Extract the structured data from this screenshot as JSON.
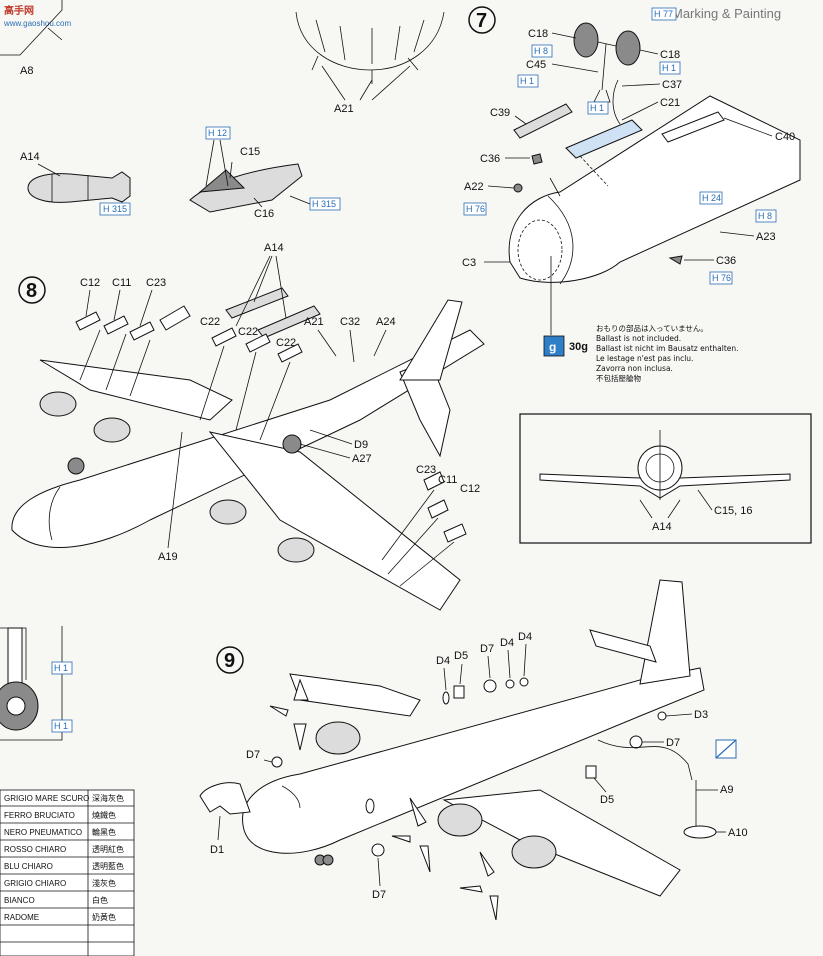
{
  "watermark": {
    "brand": "高手网",
    "url": "www.gaoshou.com"
  },
  "margin_heading": "Marking & Painting",
  "step_numbers": {
    "step7": "7",
    "step8": "8",
    "step9": "9"
  },
  "ballast": {
    "weight": "30g",
    "icon": "ballast-weight-icon",
    "lines": [
      "おもりの部品は入っていません。",
      "Ballast is not included.",
      "Ballast ist nicht im Bausatz enthalten.",
      "Le lestage n'est pas inclu.",
      "Zavorra non inclusa.",
      "不包括壓艙物"
    ]
  },
  "h_marks": {
    "h77": "H 77",
    "h8": "H 8",
    "h1": "H 1",
    "h24": "H 24",
    "h76": "H 76",
    "h12": "H 12",
    "h315": "H 315"
  },
  "labels": {
    "a8": "A8",
    "a14": "A14",
    "a21": "A21",
    "c15": "C15",
    "c16": "C16",
    "c18": "C18",
    "c45": "C45",
    "c37": "C37",
    "c39": "C39",
    "c21": "C21",
    "c40": "C40",
    "c36": "C36",
    "a22": "A22",
    "a23": "A23",
    "c3": "C3",
    "c12": "C12",
    "c11": "C11",
    "c23": "C23",
    "c22": "C22",
    "a24": "A24",
    "c32": "C32",
    "d9": "D9",
    "a27": "A27",
    "a19": "A19",
    "c1516": "C15, 16",
    "d4": "D4",
    "d5": "D5",
    "d7": "D7",
    "d3": "D3",
    "d1": "D1",
    "a9": "A9",
    "a10": "A10"
  },
  "color_table": [
    {
      "it": "GRIGIO MARE SCURO",
      "zh": "深海灰色"
    },
    {
      "it": "FERRO BRUCIATO",
      "zh": "燒鐵色"
    },
    {
      "it": "NERO PNEUMATICO",
      "zh": "輪黑色"
    },
    {
      "it": "ROSSO CHIARO",
      "zh": "透明紅色"
    },
    {
      "it": "BLU CHIARO",
      "zh": "透明藍色"
    },
    {
      "it": "GRIGIO CHIARO",
      "zh": "淺灰色"
    },
    {
      "it": "BIANCO",
      "zh": "白色"
    },
    {
      "it": "RADOME",
      "zh": "奶黃色"
    }
  ],
  "colors": {
    "hint_blue": "#2a6db5",
    "ballast_blue": "#2f7fc8",
    "watermark_red": "#c0392b"
  }
}
